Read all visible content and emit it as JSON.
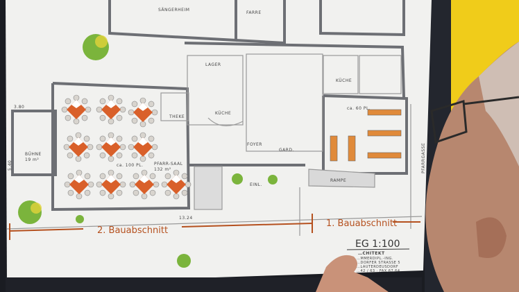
{
  "plan": {
    "rooms": {
      "saengerheim": "SÄNGERHEIM",
      "pfarre": "FARRE",
      "lager": "LAGER",
      "kueche_small": "KÜCHE",
      "kueche_right": "KÜCHE",
      "foyer": "FOYER",
      "gard": "GARD.",
      "buehne": "BÜHNE",
      "buehne_area": "19 m²",
      "saal_seats": "ca. 100 PL.",
      "pfarrsaal": "PFARR-SAAL",
      "pfarrsaal_area": "132 m²",
      "right_hall_seats": "ca. 60 PL.",
      "rampe": "RAMPE",
      "eingang": "EINL.",
      "pfarrgasse": "PFARRGASSE",
      "theke": "THEKE"
    },
    "dimensions": {
      "top_left": "3.80",
      "bottom": "13.24",
      "left_side": "5.40"
    },
    "sections": {
      "second": "2. Bauabschnitt",
      "first": "1. Bauabschnitt"
    },
    "title_block": {
      "title": "EG 1:100",
      "architect": "…CHITEKT",
      "lines": [
        "…MMERDIPL.-ING.",
        "…DORFER STRASSE 5",
        "…LAUTERDEUSDORF",
        "…42 / 63 · FAX 67 64"
      ]
    },
    "colors": {
      "table_orange": "#d9602a",
      "tree_green": "#7bb43c",
      "wall_grey": "#6d6f74",
      "section_line": "#b5501e",
      "wall_yellow": "#f2cf1b"
    }
  }
}
